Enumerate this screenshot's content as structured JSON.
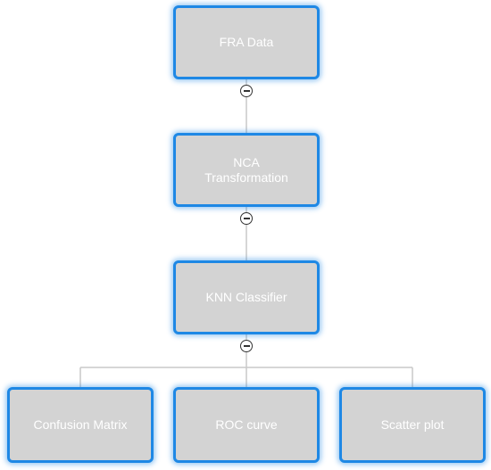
{
  "diagram": {
    "nodes": {
      "fra_data": "FRA Data",
      "nca_line1": "NCA",
      "nca_line2": "Transformation",
      "knn_classifier": "KNN Classifier",
      "confusion_matrix": "Confusion Matrix",
      "roc_curve": "ROC curve",
      "scatter_plot": "Scatter plot"
    },
    "edges": [
      [
        "FRA Data",
        "NCA Transformation"
      ],
      [
        "NCA Transformation",
        "KNN Classifier"
      ],
      [
        "KNN Classifier",
        "Confusion Matrix"
      ],
      [
        "KNN Classifier",
        "ROC curve"
      ],
      [
        "KNN Classifier",
        "Scatter plot"
      ]
    ],
    "toggle_icon": "collapse-minus-icon",
    "colors": {
      "node_fill": "#d3d3d3",
      "node_border": "#1e88e5",
      "node_text": "#ffffff",
      "connector": "#c8c8c8"
    }
  }
}
